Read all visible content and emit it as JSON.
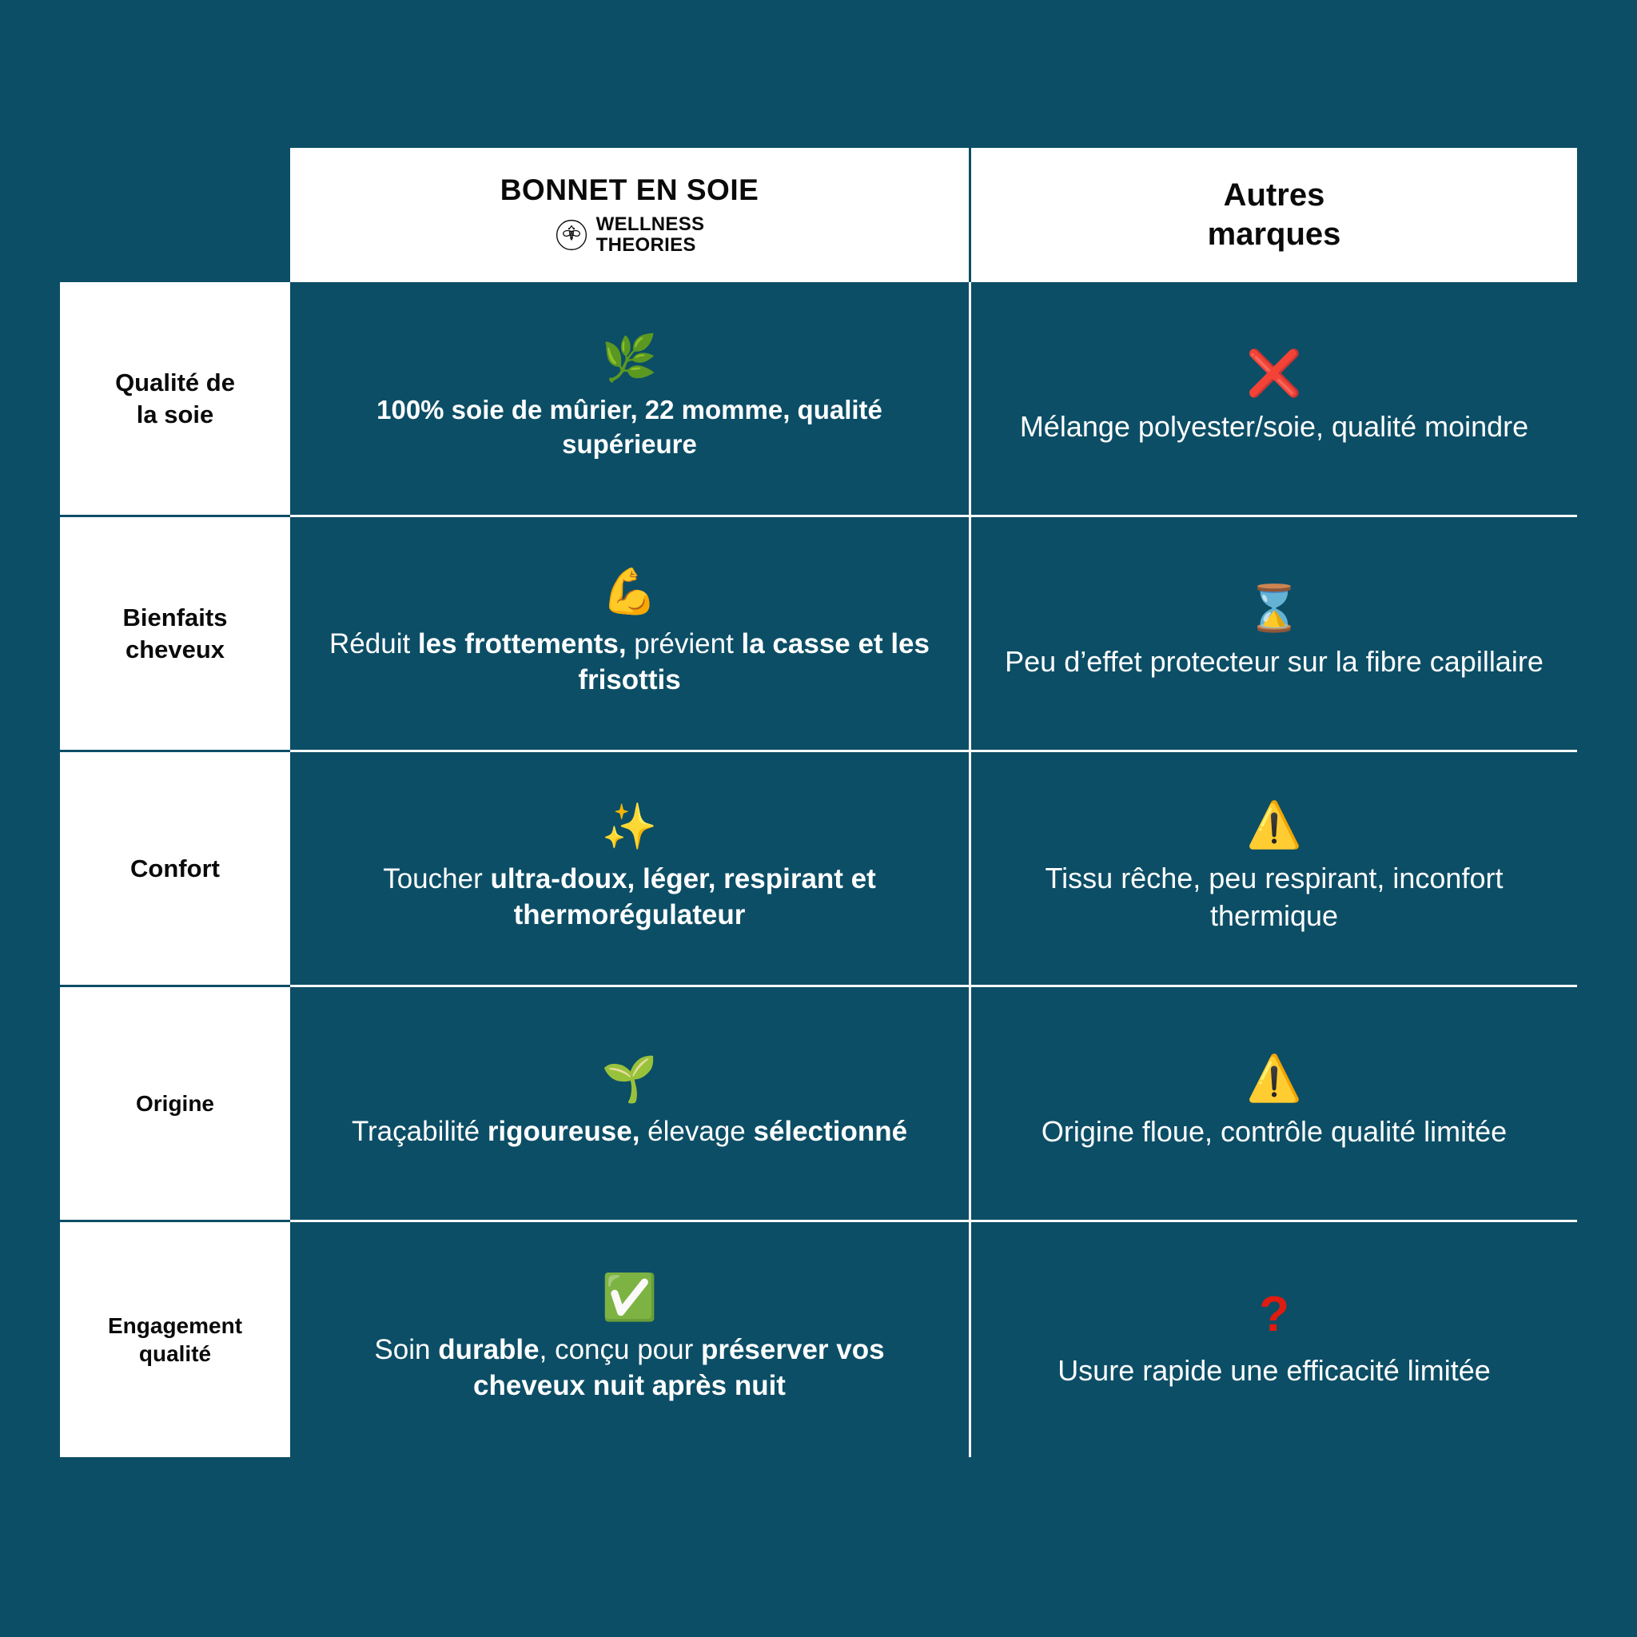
{
  "theme": {
    "background": "#0C4E66",
    "panel": "#FFFFFF",
    "text_on_dark": "#FFFFFF",
    "text_on_light": "#0A0A0A",
    "negative": "#E01B0F",
    "warning": "#FFCC00"
  },
  "header": {
    "label_column": "",
    "brand": {
      "title": "BONNET EN SOIE",
      "logo_icon": "bee-circle-logo",
      "sub_line1": "WELLNESS",
      "sub_line2": "THEORIES"
    },
    "other": {
      "line1": "Autres",
      "line2": "marques"
    }
  },
  "rows": [
    {
      "label_line1": "Qualité de",
      "label_line2": "la soie",
      "brand": {
        "icon": "herb-icon",
        "icon_glyph": "🌿",
        "segments": [
          {
            "text": "100% soie de mûrier, 22 momme, qualité supérieure",
            "bold": true
          }
        ]
      },
      "other": {
        "icon": "red-cross-mark-icon",
        "icon_glyph": "❌",
        "text": "Mélange polyester/soie, qualité moindre"
      }
    },
    {
      "label_line1": "Bienfaits",
      "label_line2": "cheveux",
      "brand": {
        "icon": "flexed-biceps-icon",
        "icon_glyph": "💪",
        "segments": [
          {
            "text": "Réduit ",
            "bold": false
          },
          {
            "text": "les frottements,",
            "bold": true
          },
          {
            "text": " prévient ",
            "bold": false
          },
          {
            "text": "la casse et les frisottis",
            "bold": true
          }
        ]
      },
      "other": {
        "icon": "hourglass-icon",
        "icon_glyph": "⌛",
        "text": "Peu d’effet protecteur sur la fibre capillaire"
      }
    },
    {
      "label_line1": "Confort",
      "label_line2": "",
      "brand": {
        "icon": "sparkles-icon",
        "icon_glyph": "✨",
        "segments": [
          {
            "text": "Toucher ",
            "bold": false
          },
          {
            "text": "ultra-doux, léger, respirant et thermorégulateur",
            "bold": true
          }
        ]
      },
      "other": {
        "icon": "warning-triangle-icon",
        "icon_glyph": "⚠️",
        "text": "Tissu rêche, peu respirant, inconfort thermique"
      }
    },
    {
      "label_line1": "Origine",
      "label_line2": "",
      "brand": {
        "icon": "seedling-icon",
        "icon_glyph": "🌱",
        "segments": [
          {
            "text": "Traçabilité ",
            "bold": false
          },
          {
            "text": "rigoureuse,",
            "bold": true
          },
          {
            "text": " élevage ",
            "bold": false
          },
          {
            "text": "sélectionné",
            "bold": true
          }
        ]
      },
      "other": {
        "icon": "warning-triangle-icon",
        "icon_glyph": "⚠️",
        "text": "Origine floue, contrôle qualité limitée"
      }
    },
    {
      "label_line1": "Engagement",
      "label_line2": "qualité",
      "brand": {
        "icon": "green-check-mark-icon",
        "icon_glyph": "✅",
        "segments": [
          {
            "text": "Soin ",
            "bold": false
          },
          {
            "text": "durable",
            "bold": true
          },
          {
            "text": ", conçu pour ",
            "bold": false
          },
          {
            "text": "préserver vos cheveux nuit après nuit",
            "bold": true
          }
        ]
      },
      "other": {
        "icon": "red-question-mark-icon",
        "icon_glyph": "?",
        "text": "Usure rapide une efficacité limitée"
      }
    }
  ]
}
